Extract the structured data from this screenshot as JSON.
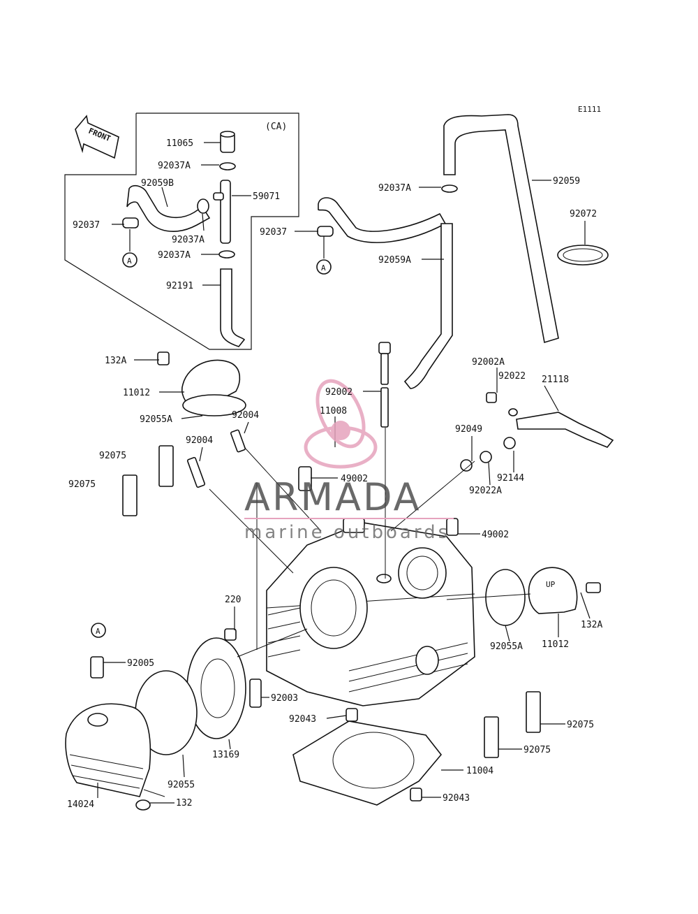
{
  "figure_code": "E1111",
  "inset_label": "(CA)",
  "front_label": "FRONT",
  "ref_marker": "A",
  "watermark": {
    "brand": "ARMADA",
    "tagline": "marine outboards",
    "color": "#e6a3bd"
  },
  "labels": {
    "l11065": "11065",
    "l92037a_1": "92037A",
    "l92059b": "92059B",
    "l59071": "59071",
    "l92037_1": "92037",
    "l92037a_2": "92037A",
    "l92037a_3": "92037A",
    "l92191": "92191",
    "l92037a_4": "92037A",
    "l92059": "92059",
    "l92072": "92072",
    "l92037_2": "92037",
    "l92059a": "92059A",
    "l132a_1": "132A",
    "l11012_1": "11012",
    "l92055a_1": "92055A",
    "l92004_1": "92004",
    "l92004_2": "92004",
    "l92075_1": "92075",
    "l92075_2": "92075",
    "l92002": "92002",
    "l11008": "11008",
    "l49002_1": "49002",
    "l92002a": "92002A",
    "l92022": "92022",
    "l21118": "21118",
    "l92049": "92049",
    "l92144": "92144",
    "l92022a": "92022A",
    "l49002_2": "49002",
    "l220": "220",
    "l92005": "92005",
    "l92003": "92003",
    "l92055a_2": "92055A",
    "l11012_2": "11012",
    "l132a_2": "132A",
    "l92043_1": "92043",
    "l13169": "13169",
    "l92055": "92055",
    "l92075_3": "92075",
    "l92075_4": "92075",
    "l11004": "11004",
    "l92043_2": "92043",
    "l14024": "14024",
    "l132": "132"
  }
}
